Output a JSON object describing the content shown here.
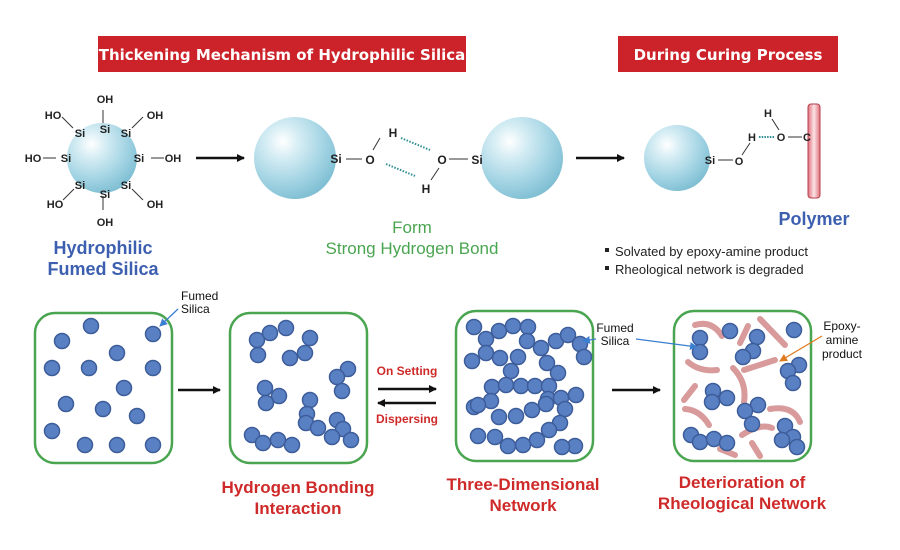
{
  "banners": {
    "left": "Thickening Mechanism of Hydrophilic Silica",
    "right": "During Curing Process"
  },
  "colors": {
    "banner": "#cc2229",
    "sphere": "#8fcbdc",
    "particle": "#5a80c4",
    "box_border": "#4aa551",
    "polymer": "#e68a92",
    "epoxy_fragment": "#d89a9a",
    "callout_blue": "#3b7fd1",
    "callout_orange": "#e07a1f"
  },
  "top": {
    "silica": {
      "si": "Si",
      "oh": "OH",
      "ho": "HO",
      "label_line1": "Hydrophilic",
      "label_line2": "Fumed Silica"
    },
    "hbond": {
      "si": "Si",
      "o": "O",
      "h": "H",
      "label_line1": "Form",
      "label_line2": "Strong Hydrogen Bond"
    },
    "curing": {
      "si": "Si",
      "o": "O",
      "h": "H",
      "c": "C",
      "polymer_label": "Polymer",
      "bullets": [
        "Solvated by epoxy-amine product",
        "Rheological network is degraded"
      ]
    }
  },
  "bottom": {
    "callout_fumed_line1": "Fumed",
    "callout_fumed_line2": "Silica",
    "callout_epoxy_line1": "Epoxy-",
    "callout_epoxy_line2": "amine",
    "callout_epoxy_line3": "product",
    "arrow_forward": "On Setting",
    "arrow_back": "Dispersing",
    "stage2_line1": "Hydrogen Bonding",
    "stage2_line2": "Interaction",
    "stage3_line1": "Three-Dimensional",
    "stage3_line2": "Network",
    "stage4_line1": "Deterioration of",
    "stage4_line2": "Rheological Network"
  }
}
